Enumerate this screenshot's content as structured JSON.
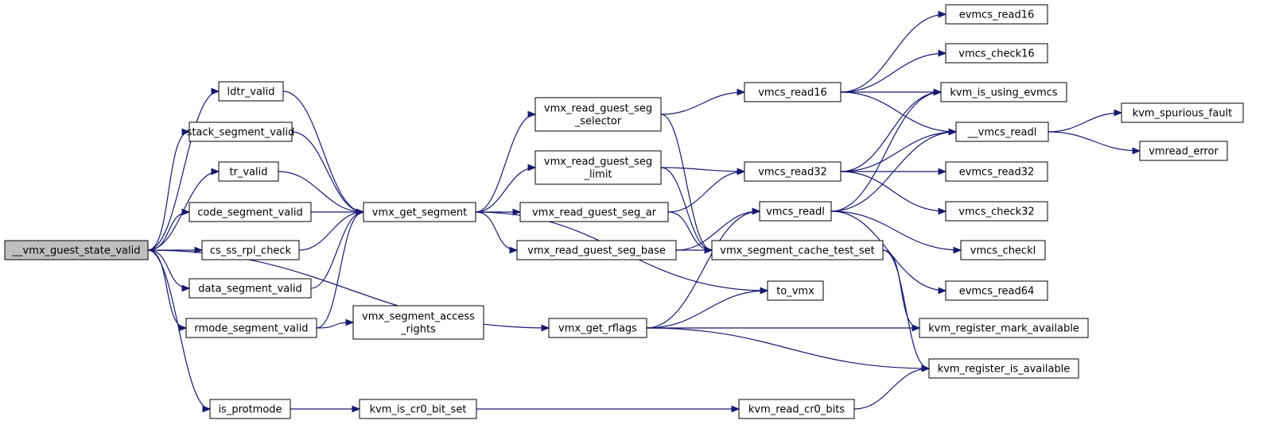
{
  "diagram": {
    "root": "__vmx_guest_state_valid",
    "nodes": [
      {
        "id": "gsv",
        "lines": [
          "__vmx_guest_state_valid"
        ],
        "root": true
      },
      {
        "id": "ldtr",
        "lines": [
          "ldtr_valid"
        ]
      },
      {
        "id": "stack",
        "lines": [
          "stack_segment_valid"
        ]
      },
      {
        "id": "tr",
        "lines": [
          "tr_valid"
        ]
      },
      {
        "id": "code",
        "lines": [
          "code_segment_valid"
        ]
      },
      {
        "id": "csss",
        "lines": [
          "cs_ss_rpl_check"
        ]
      },
      {
        "id": "data",
        "lines": [
          "data_segment_valid"
        ]
      },
      {
        "id": "rmode",
        "lines": [
          "rmode_segment_valid"
        ]
      },
      {
        "id": "isprot",
        "lines": [
          "is_protmode"
        ]
      },
      {
        "id": "getseg",
        "lines": [
          "vmx_get_segment"
        ]
      },
      {
        "id": "segacc",
        "lines": [
          "vmx_segment_access",
          "_rights"
        ]
      },
      {
        "id": "cr0set",
        "lines": [
          "kvm_is_cr0_bit_set"
        ]
      },
      {
        "id": "rgsel",
        "lines": [
          "vmx_read_guest_seg",
          "_selector"
        ]
      },
      {
        "id": "rglim",
        "lines": [
          "vmx_read_guest_seg",
          "_limit"
        ]
      },
      {
        "id": "rgar",
        "lines": [
          "vmx_read_guest_seg_ar"
        ]
      },
      {
        "id": "rgbase",
        "lines": [
          "vmx_read_guest_seg_base"
        ]
      },
      {
        "id": "rflags",
        "lines": [
          "vmx_get_rflags"
        ]
      },
      {
        "id": "vr16",
        "lines": [
          "vmcs_read16"
        ]
      },
      {
        "id": "vr32",
        "lines": [
          "vmcs_read32"
        ]
      },
      {
        "id": "vrl",
        "lines": [
          "vmcs_readl"
        ]
      },
      {
        "id": "cachets",
        "lines": [
          "vmx_segment_cache_test_set"
        ]
      },
      {
        "id": "tovmx",
        "lines": [
          "to_vmx"
        ]
      },
      {
        "id": "cr0bits",
        "lines": [
          "kvm_read_cr0_bits"
        ]
      },
      {
        "id": "ev16",
        "lines": [
          "evmcs_read16"
        ]
      },
      {
        "id": "vc16",
        "lines": [
          "vmcs_check16"
        ]
      },
      {
        "id": "usingev",
        "lines": [
          "kvm_is_using_evmcs"
        ]
      },
      {
        "id": "vmreadl",
        "lines": [
          "__vmcs_readl"
        ]
      },
      {
        "id": "ev32",
        "lines": [
          "evmcs_read32"
        ]
      },
      {
        "id": "vc32",
        "lines": [
          "vmcs_check32"
        ]
      },
      {
        "id": "vcl",
        "lines": [
          "vmcs_checkl"
        ]
      },
      {
        "id": "ev64",
        "lines": [
          "evmcs_read64"
        ]
      },
      {
        "id": "markav",
        "lines": [
          "kvm_register_mark_available"
        ]
      },
      {
        "id": "isav",
        "lines": [
          "kvm_register_is_available"
        ]
      },
      {
        "id": "spurious",
        "lines": [
          "kvm_spurious_fault"
        ]
      },
      {
        "id": "vmrerr",
        "lines": [
          "vmread_error"
        ]
      }
    ],
    "edges": [
      [
        "gsv",
        "ldtr"
      ],
      [
        "gsv",
        "stack"
      ],
      [
        "gsv",
        "tr"
      ],
      [
        "gsv",
        "code"
      ],
      [
        "gsv",
        "csss"
      ],
      [
        "gsv",
        "data"
      ],
      [
        "gsv",
        "rmode"
      ],
      [
        "gsv",
        "rflags"
      ],
      [
        "gsv",
        "isprot"
      ],
      [
        "ldtr",
        "getseg"
      ],
      [
        "stack",
        "getseg"
      ],
      [
        "tr",
        "getseg"
      ],
      [
        "code",
        "getseg"
      ],
      [
        "csss",
        "getseg"
      ],
      [
        "data",
        "getseg"
      ],
      [
        "rmode",
        "getseg"
      ],
      [
        "rmode",
        "segacc"
      ],
      [
        "isprot",
        "cr0set"
      ],
      [
        "getseg",
        "rgsel"
      ],
      [
        "getseg",
        "rglim"
      ],
      [
        "getseg",
        "rgar"
      ],
      [
        "getseg",
        "rgbase"
      ],
      [
        "getseg",
        "tovmx"
      ],
      [
        "rgsel",
        "vr16"
      ],
      [
        "rgsel",
        "cachets"
      ],
      [
        "rglim",
        "vr32"
      ],
      [
        "rglim",
        "cachets"
      ],
      [
        "rgar",
        "vr32"
      ],
      [
        "rgar",
        "cachets"
      ],
      [
        "rgbase",
        "vrl"
      ],
      [
        "rgbase",
        "cachets"
      ],
      [
        "rflags",
        "vrl"
      ],
      [
        "rflags",
        "tovmx"
      ],
      [
        "rflags",
        "markav"
      ],
      [
        "rflags",
        "isav"
      ],
      [
        "cr0set",
        "cr0bits"
      ],
      [
        "cr0bits",
        "isav"
      ],
      [
        "vr16",
        "ev16"
      ],
      [
        "vr16",
        "vc16"
      ],
      [
        "vr16",
        "usingev"
      ],
      [
        "vr16",
        "vmreadl"
      ],
      [
        "vr32",
        "usingev"
      ],
      [
        "vr32",
        "vmreadl"
      ],
      [
        "vr32",
        "ev32"
      ],
      [
        "vr32",
        "vc32"
      ],
      [
        "vrl",
        "usingev"
      ],
      [
        "vrl",
        "vmreadl"
      ],
      [
        "vrl",
        "vcl"
      ],
      [
        "vrl",
        "ev64"
      ],
      [
        "cachets",
        "markav"
      ],
      [
        "cachets",
        "isav"
      ],
      [
        "vmreadl",
        "spurious"
      ],
      [
        "vmreadl",
        "vmrerr"
      ]
    ]
  }
}
